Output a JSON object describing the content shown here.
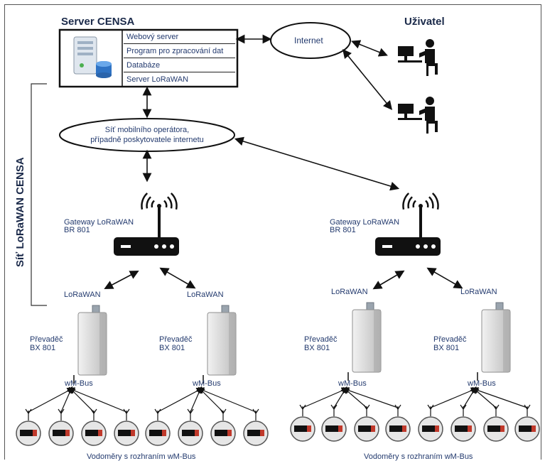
{
  "server": {
    "title": "Server CENSA",
    "rows": [
      "Webový server",
      "Program pro zpracování dat",
      "Databáze",
      "Server LoRaWAN"
    ]
  },
  "internet_label": "Internet",
  "user_title": "Uživatel",
  "operator_label_1": "Síť mobilního operátora,",
  "operator_label_2": "případně poskytovatele internetu",
  "network_label": "Síť LoRaWAN CENSA",
  "gateways": [
    {
      "line1": "Gateway LoRaWAN",
      "line2": "BR 801"
    },
    {
      "line1": "Gateway LoRaWAN",
      "line2": "BR 801"
    }
  ],
  "converters": [
    {
      "protocol_top": "LoRaWAN",
      "name1": "Převaděč",
      "name2": "BX 801",
      "protocol_bottom": "wM-Bus"
    },
    {
      "protocol_top": "LoRaWAN",
      "name1": "Převaděč",
      "name2": "BX 801",
      "protocol_bottom": "wM-Bus"
    },
    {
      "protocol_top": "LoRaWAN",
      "name1": "Převaděč",
      "name2": "BX 801",
      "protocol_bottom": "wM-Bus"
    },
    {
      "protocol_top": "LoRaWAN",
      "name1": "Převaděč",
      "name2": "BX 801",
      "protocol_bottom": "wM-Bus"
    }
  ],
  "meters_label_left": "Vodoměry s rozhraním wM-Bus",
  "meters_label_right": "Vodoměry s rozhraním wM-Bus",
  "colors": {
    "text": "#233a6e",
    "outline": "#111111",
    "meter_red": "#c0392b"
  }
}
